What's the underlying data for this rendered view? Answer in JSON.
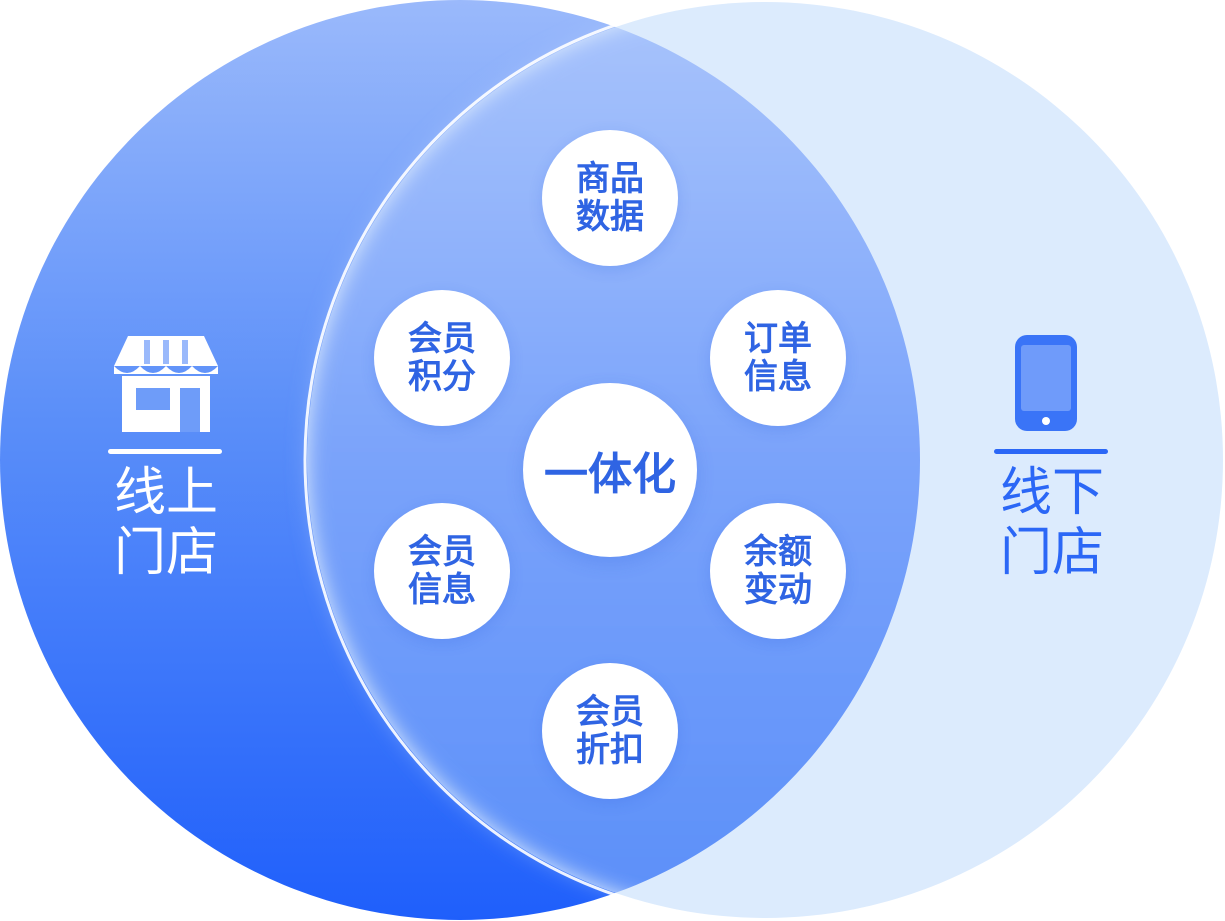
{
  "colors": {
    "primary": "#2b67f6",
    "left_circle_top": "#93b4fb",
    "left_circle_bottom": "#2563fb",
    "right_circle": "#dcebfd",
    "bubble_text": "#2f64e3",
    "left_text": "#ffffff"
  },
  "left": {
    "icon": "storefront-icon",
    "line1": "线上",
    "line2": "门店"
  },
  "right": {
    "icon": "mobile-phone-icon",
    "line1": "线下",
    "line2": "门店"
  },
  "center": {
    "label": "一体化"
  },
  "bubbles": [
    {
      "line1": "商品",
      "line2": "数据"
    },
    {
      "line1": "订单",
      "line2": "信息"
    },
    {
      "line1": "余额",
      "line2": "变动"
    },
    {
      "line1": "会员",
      "line2": "折扣"
    },
    {
      "line1": "会员",
      "line2": "信息"
    },
    {
      "line1": "会员",
      "line2": "积分"
    }
  ]
}
